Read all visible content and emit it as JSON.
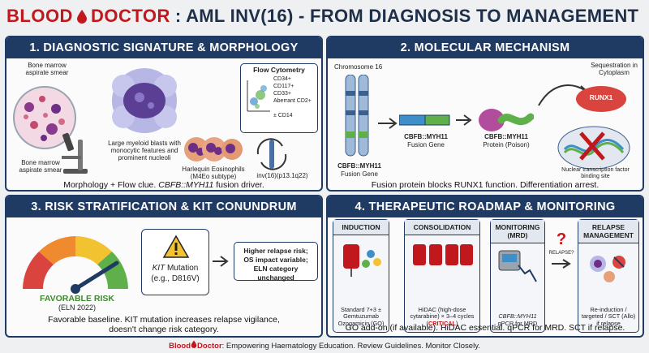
{
  "header": {
    "blood": "BLOOD",
    "doctor": "DOCTOR",
    "rest": ": AML INV(16) - FROM DIAGNOSIS TO MANAGEMENT"
  },
  "panel1": {
    "title": "1. DIAGNOSTIC SIGNATURE & MORPHOLOGY",
    "smear_label_top": "Bone marrow aspirate smear",
    "smear_label_bottom": "Bone marrow aspirate smear",
    "blast_label": "Large myeloid blasts with monocytic features and prominent nucleoli",
    "eos_label": "Harlequin Eosinophils (M4Eo subtype)",
    "flow_title": "Flow Cytometry",
    "flow_markers": [
      "CD34+",
      "CD117+",
      "CD33+",
      "Aberrant CD2+",
      "± CD14"
    ],
    "inv_label": "inv(16)(p13.1q22)",
    "caption_plain": "Morphology + Flow clue. ",
    "caption_italic": "CBFB::MYH11",
    "caption_end": " fusion driver."
  },
  "panel2": {
    "title": "2. MOLECULAR MECHANISM",
    "chromosome_label": "Chromosome 16",
    "gene_label_1": "CBFB::MYH11",
    "gene_label_1b": "Fusion Gene",
    "gene_label_2": "CBFB::MYH11",
    "gene_label_2b": "Fusion Gene",
    "protein_label": "CBFB::MYH11",
    "protein_label_b": "Protein (Poison)",
    "sequestration": "Sequestration in Cytoplasm",
    "runx1": "RUNX1",
    "nuclear_label": "Nuclear transcription factor binding site",
    "caption": "Fusion protein blocks RUNX1 function. Differentiation arrest."
  },
  "panel3": {
    "title": "3. RISK STRATIFICATION & KIT CONUNDRUM",
    "favorable": "FAVORABLE RISK",
    "eln": "(ELN 2022)",
    "kit_italic": "KIT",
    "kit_rest": " Mutation",
    "kit_example": "(e.g., D816V)",
    "note_1": "Higher relapse risk;",
    "note_2": "OS impact variable;",
    "note_3": "ELN category unchanged",
    "caption_1": "Favorable baseline. KIT mutation increases relapse vigilance,",
    "caption_2": "doesn't change risk category."
  },
  "panel4": {
    "title": "4. THERAPEUTIC ROADMAP & MONITORING",
    "induction_title": "INDUCTION",
    "induction_body": "Standard 7+3 ± Gemtuzumab Ozogamicin (GO)",
    "consolidation_title": "CONSOLIDATION",
    "consolidation_body_1": "HiDAC (high-dose cytarabine) × 3–4 cycles (",
    "consolidation_critical": "CRITICAL",
    "consolidation_body_2": ")",
    "monitoring_title": "MONITORING (MRD)",
    "monitoring_italic": "CBFB::MYH11",
    "monitoring_body": "qPCR for MRD",
    "relapse_q": "RELAPSE?",
    "relapse_title": "RELAPSE MANAGEMENT",
    "relapse_body": "Re-induction / targeted / SCT (Allo) if relapse",
    "caption": "GO add-on (if available). HiDAC essential. qPCR for MRD. SCT if relapse."
  },
  "footer": {
    "blood": "Blood",
    "doctor": "Doctor",
    "text": ": Empowering Haematology Education. Review Guidelines. Monitor Closely."
  }
}
